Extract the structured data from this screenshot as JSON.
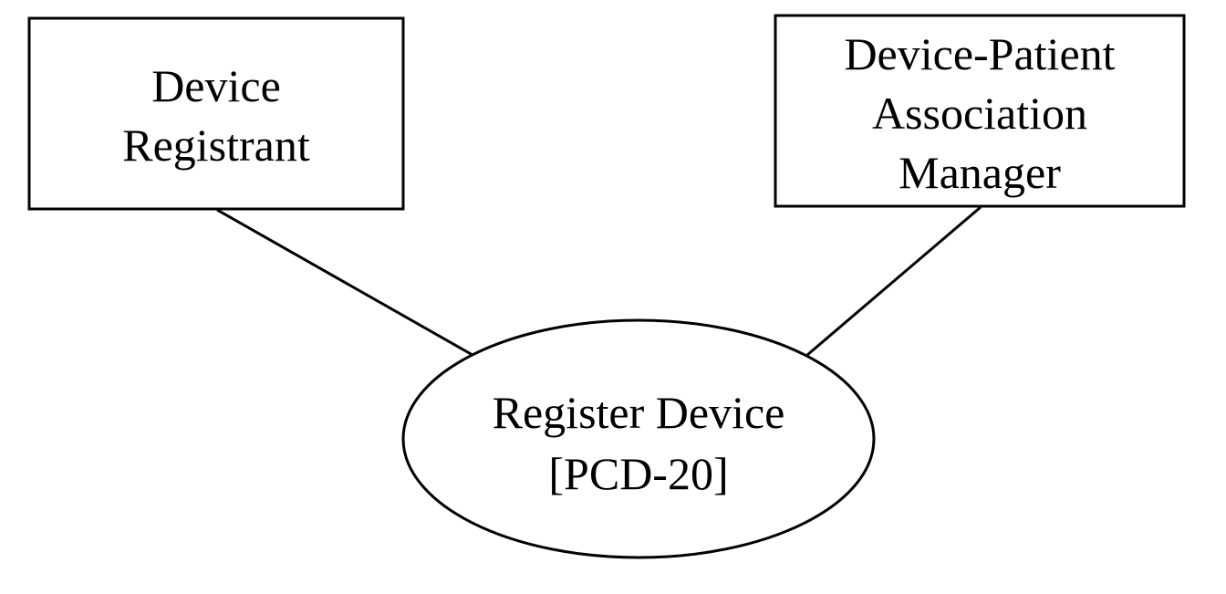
{
  "actors": [
    {
      "id": "device-registrant",
      "lines": [
        "Device",
        "Registrant"
      ]
    },
    {
      "id": "device-patient-association-manager",
      "lines": [
        "Device-Patient",
        "Association",
        "Manager"
      ]
    }
  ],
  "use_case": {
    "lines": [
      "Register Device",
      "[PCD-20]"
    ]
  },
  "colors": {
    "stroke": "#000000",
    "background": "#ffffff"
  }
}
